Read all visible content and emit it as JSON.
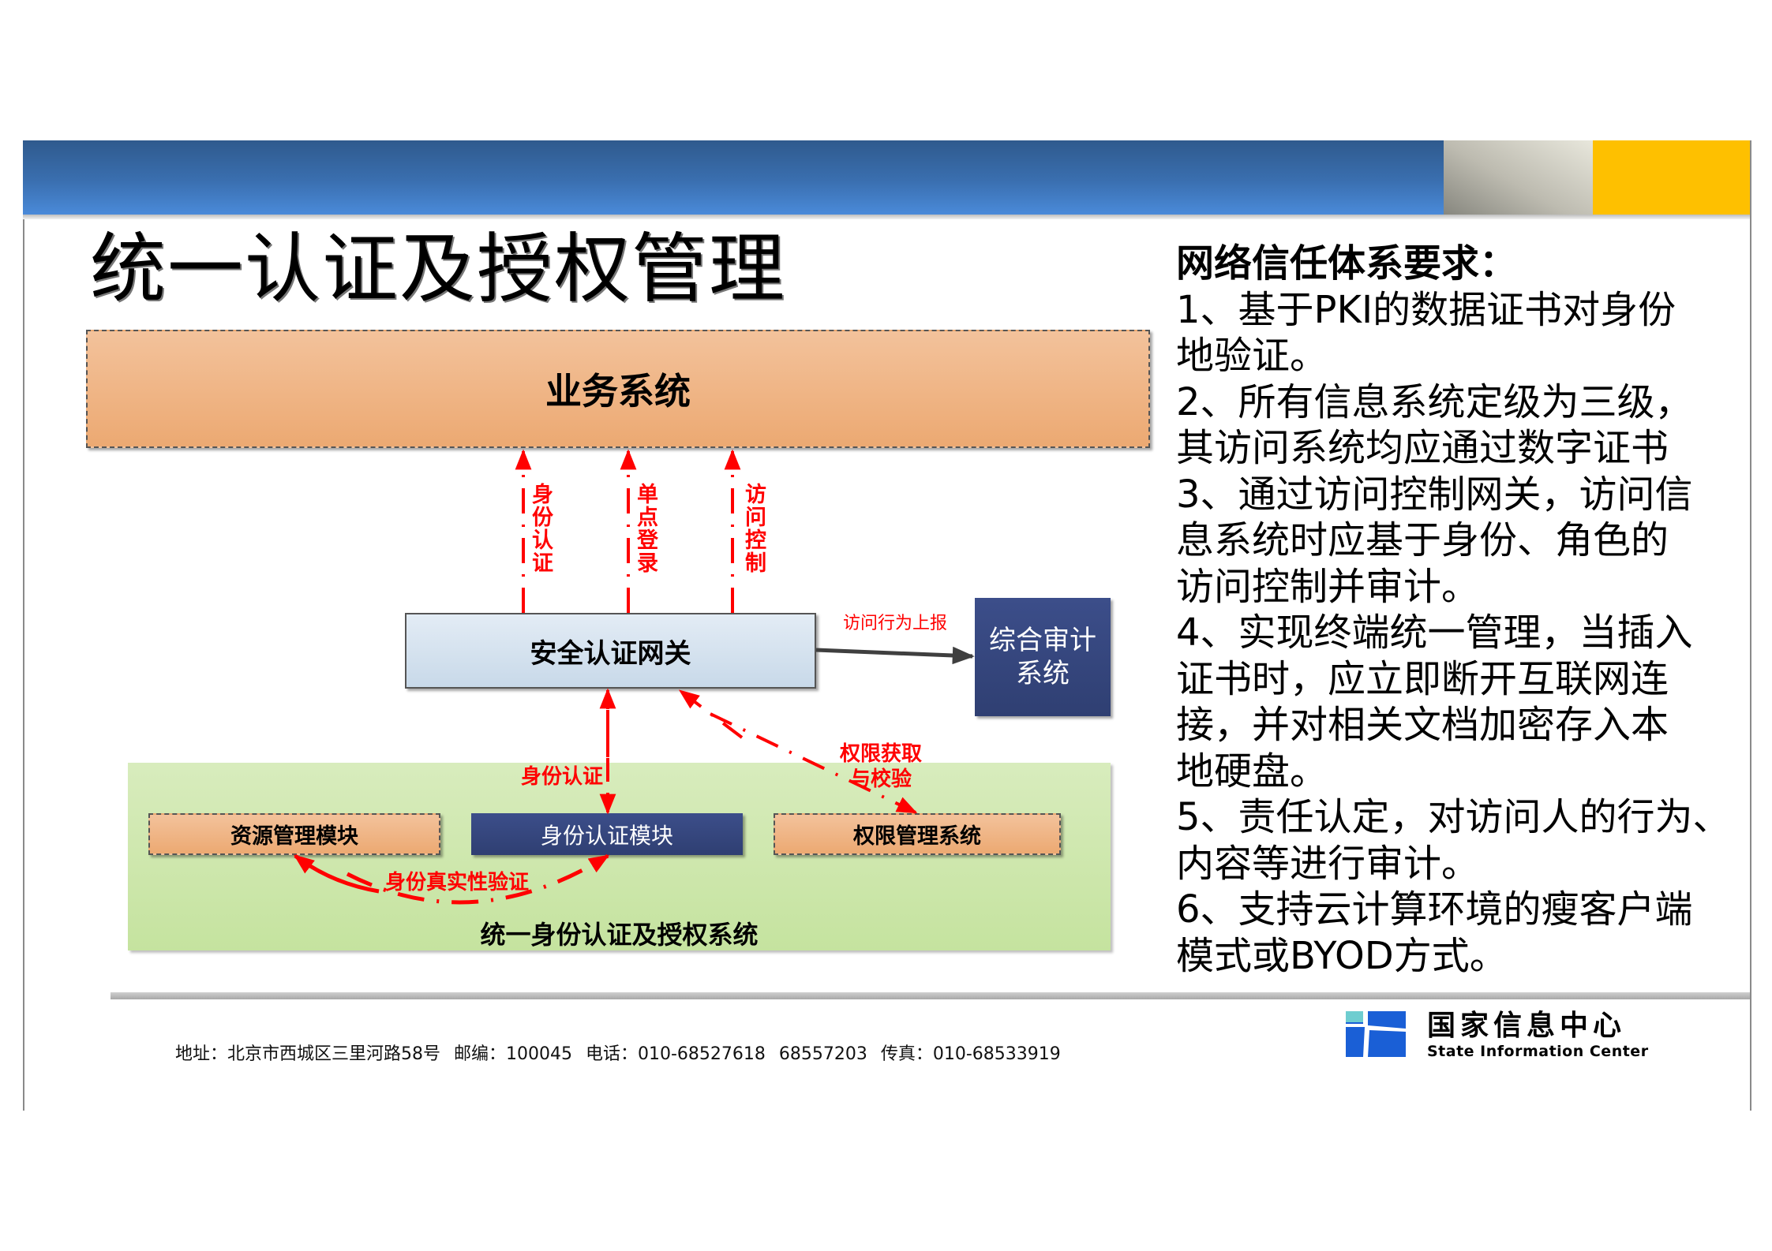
{
  "slide": {
    "title": "统一认证及授权管理",
    "colors": {
      "header_blue": "#3a6fb0",
      "header_yellow": "#fec000",
      "orange_box": "#f0b586",
      "navy_box": "#34467c",
      "green_area": "#cfe8af",
      "arrow_red": "#ff0000"
    }
  },
  "diagram": {
    "business_system": "业务系统",
    "up_arrows": [
      {
        "label": "身份认证"
      },
      {
        "label": "单点登录"
      },
      {
        "label": "访问控制"
      }
    ],
    "gateway": "安全认证网关",
    "report_label": "访问行为上报",
    "audit_system": {
      "line1": "综合审计",
      "line2": "系统"
    },
    "identity_auth_label": "身份认证",
    "permission_label": {
      "line1": "权限获取",
      "line2": "与校验"
    },
    "modules": {
      "resource": "资源管理模块",
      "identity": "身份认证模块",
      "permission": "权限管理系统"
    },
    "authenticity_label": "身份真实性验证",
    "group_label": "统一身份认证及授权系统"
  },
  "requirements": {
    "heading": "网络信任体系要求：",
    "items": [
      "1、基于PKI的数据证书对身份\n地验证。",
      "2、所有信息系统定级为三级，\n其访问系统均应通过数字证书",
      "3、通过访问控制网关，访问信\n息系统时应基于身份、角色的\n访问控制并审计。",
      "4、实现终端统一管理，当插入\n证书时，应立即断开互联网连\n接，并对相关文档加密存入本\n地硬盘。",
      "5、责任认定，对访问人的行为、\n内容等进行审计。",
      "6、支持云计算环境的瘦客户端\n模式或BYOD方式。"
    ]
  },
  "footer": {
    "address": "地址：北京市西城区三里河路58号  邮编：100045  电话：010-68527618 68557203  传真：010-68533919",
    "org_name_cn": "国家信息中心",
    "org_name_en": "State Information Center",
    "logo_icon": "state-information-center-logo"
  }
}
